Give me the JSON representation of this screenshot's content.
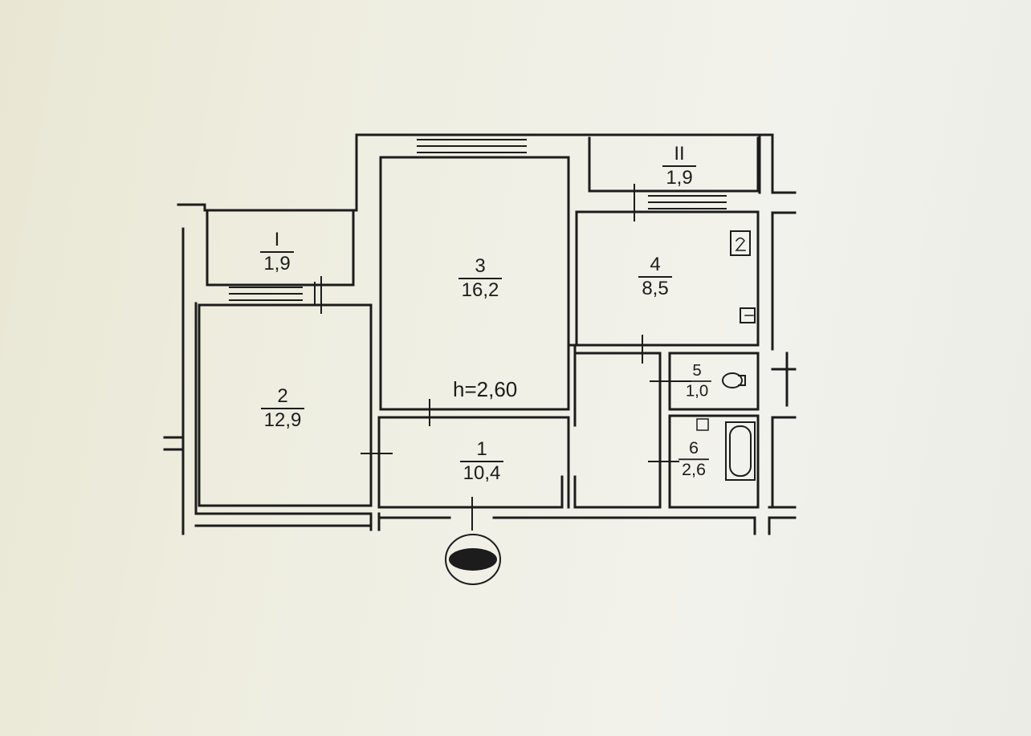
{
  "plan": {
    "ceiling_height": "h=2,60",
    "rooms": [
      {
        "id": "balcony-1",
        "number": "I",
        "area": "1,9"
      },
      {
        "id": "balcony-2",
        "number": "II",
        "area": "1,9"
      },
      {
        "id": "room-1",
        "number": "1",
        "area": "10,4"
      },
      {
        "id": "room-2",
        "number": "2",
        "area": "12,9"
      },
      {
        "id": "room-3",
        "number": "3",
        "area": "16,2"
      },
      {
        "id": "room-4",
        "number": "4",
        "area": "8,5"
      },
      {
        "id": "room-5",
        "number": "5",
        "area": "1,0"
      },
      {
        "id": "room-6",
        "number": "6",
        "area": "2,6"
      }
    ]
  },
  "colors": {
    "line": "#1c1c1c",
    "paper": "#efeee2",
    "wall_fill": "#f4f3ea"
  }
}
